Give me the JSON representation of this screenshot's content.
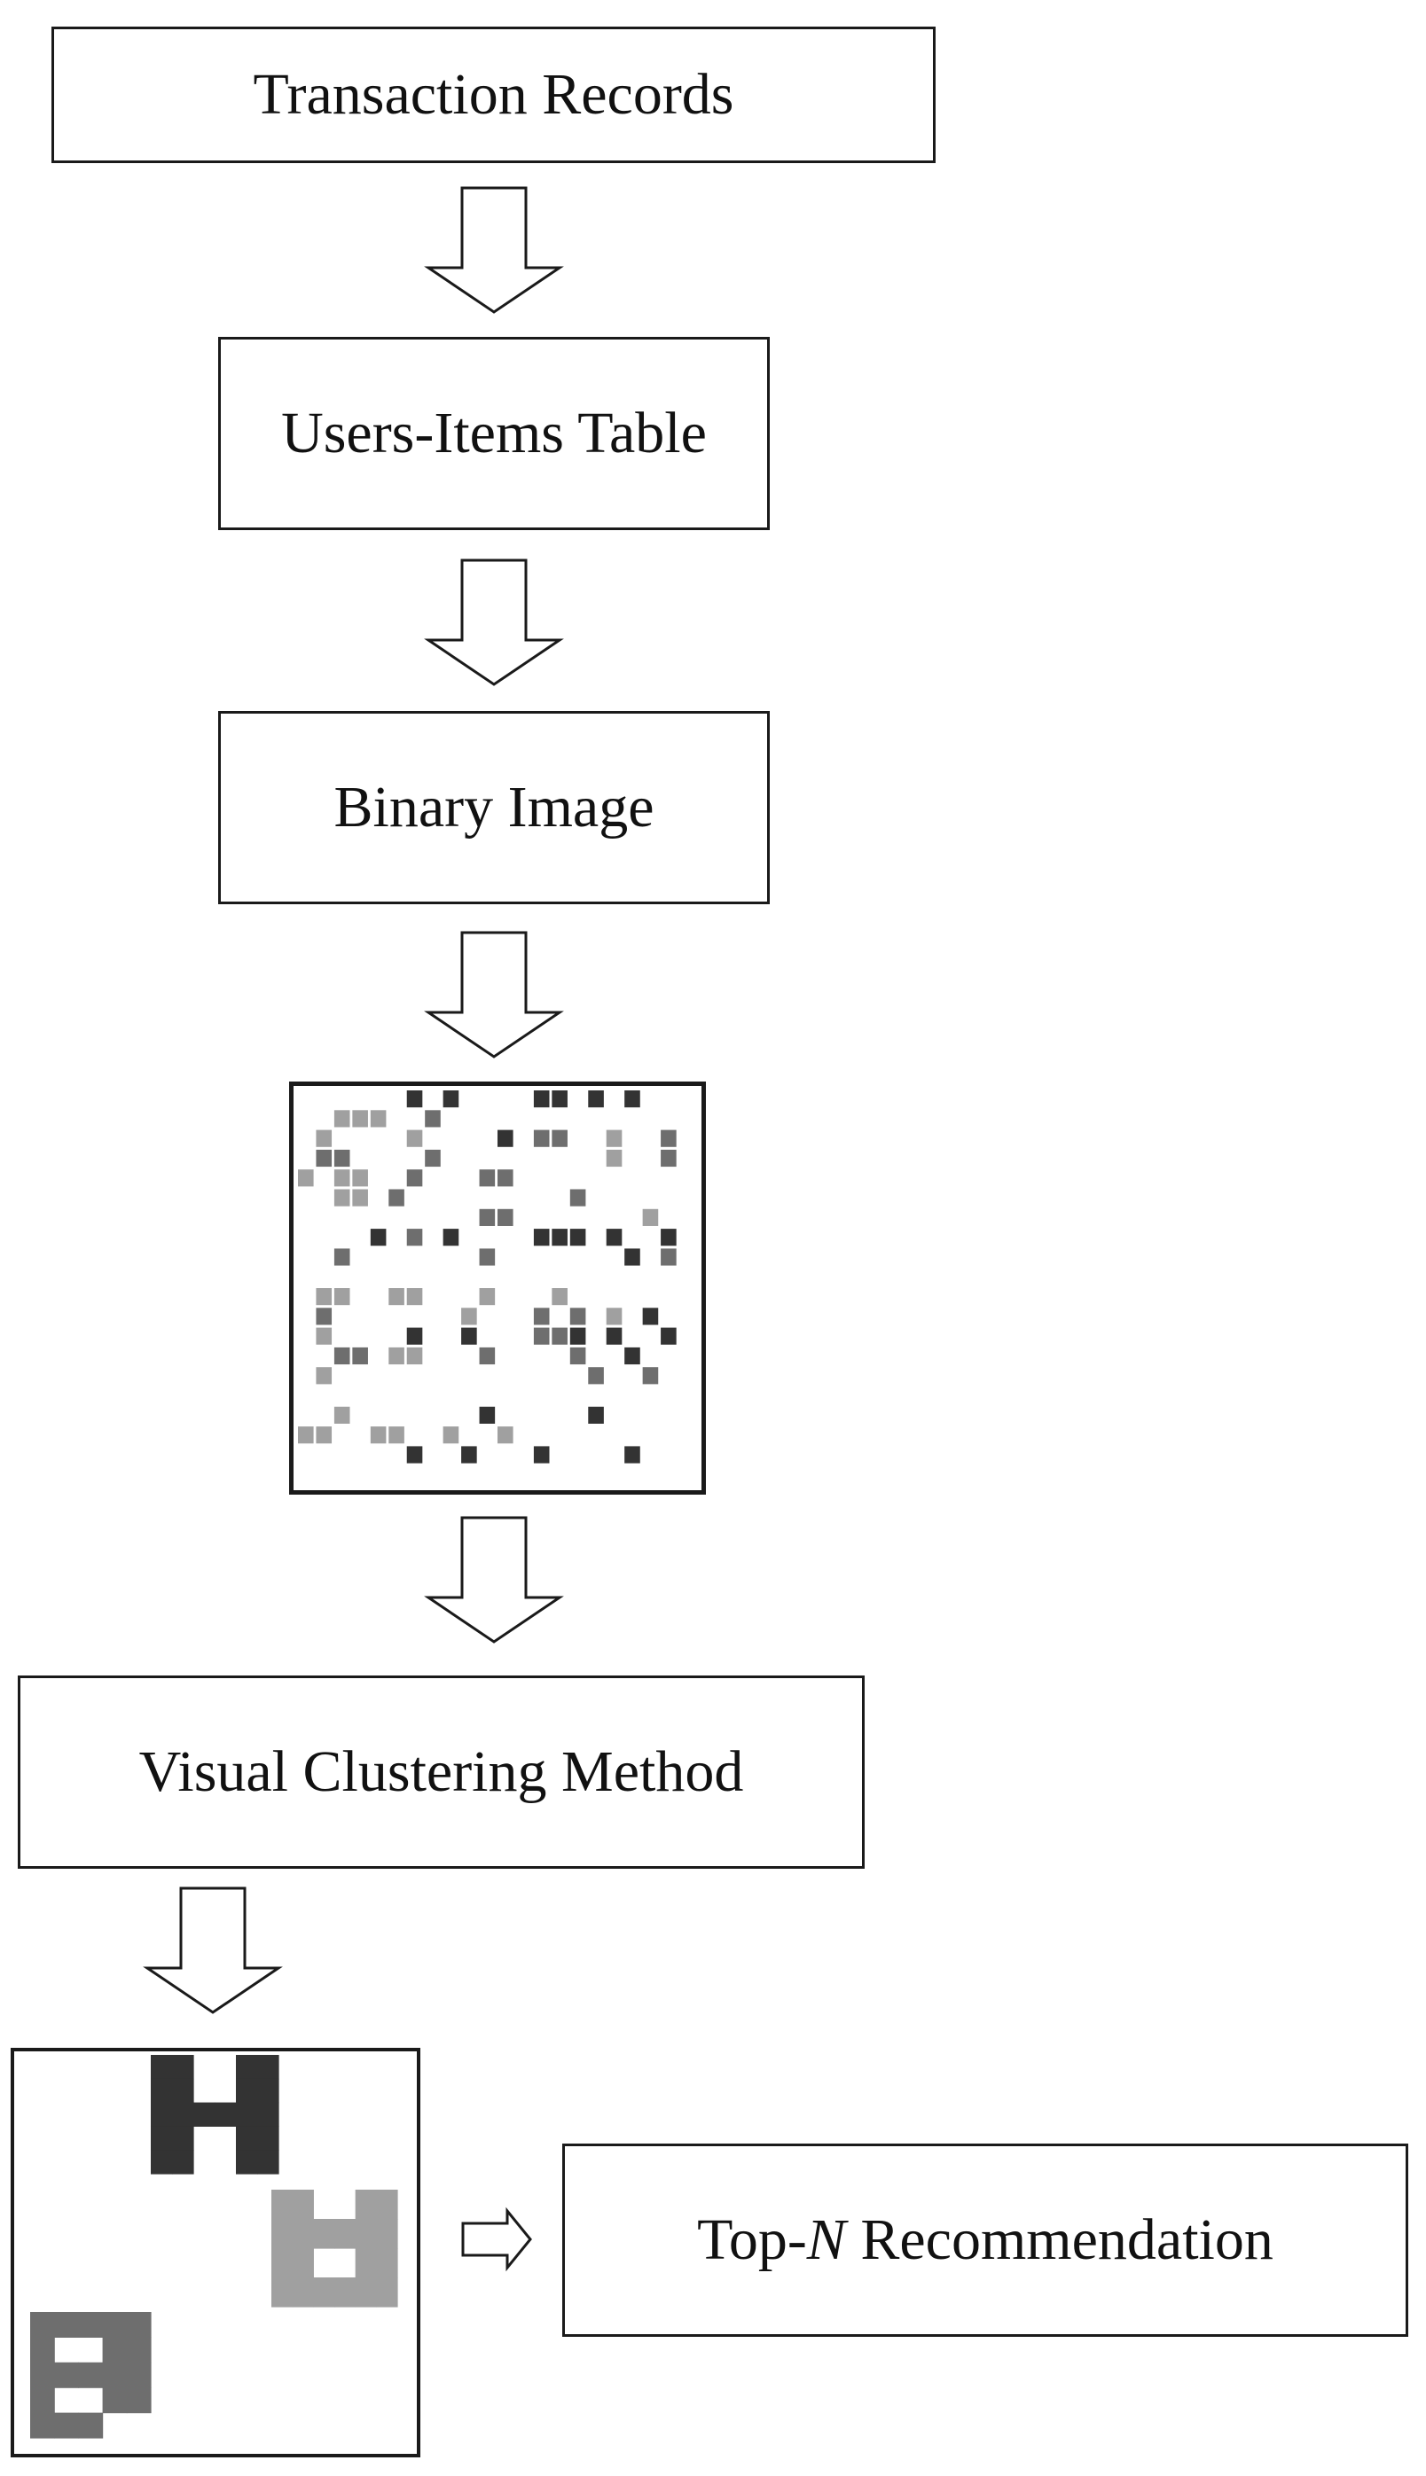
{
  "diagram": {
    "nodes": {
      "transaction_records": {
        "label": "Transaction Records"
      },
      "users_items_table": {
        "label": "Users-Items Table"
      },
      "binary_image": {
        "label": "Binary Image"
      },
      "visual_clustering_method": {
        "label": "Visual Clustering Method"
      },
      "top_n_recommendation": {
        "prefix": "Top-",
        "italic": "N",
        "suffix": " Recommendation"
      }
    },
    "colors": {
      "dark_cluster": "#333333",
      "medium_cluster": "#6e6e6e",
      "light_cluster": "#a0a0a0",
      "border": "#1a1a1a",
      "background": "#ffffff"
    },
    "binary_image_grid": {
      "cols": 22,
      "rows": 20,
      "legend": "0 = white, 1 = dark cell, 2 = medium cell, 3 = light cell",
      "cells": [
        "0000001010000110101000",
        "0033300200000000000000",
        "0300003000010220030020",
        "0220000200000000030020",
        "3033002000220000000000",
        "0033020000000002000000",
        "0000000000220000000300",
        "0000102010000111010010",
        "0020000000200000001020",
        "0000000000000000000000",
        "0330033000300030000000",
        "0200000003000202030100",
        "0300001001000221010010",
        "0022033000200002001000",
        "0300000000000000200200",
        "0000000000000000000000",
        "0030000000100000100000",
        "3300330030030000000000",
        "0000001001000100001000",
        "0000000000000000000000"
      ]
    },
    "clusters": [
      {
        "name": "dark",
        "color": "#333333",
        "cells": [
          "110011",
          "110011",
          "111111",
          "110011",
          "110011"
        ]
      },
      {
        "name": "light",
        "color": "#a0a0a0",
        "cells": [
          "110011",
          "111111",
          "110011",
          "111111"
        ]
      },
      {
        "name": "medium",
        "color": "#6e6e6e",
        "cells": [
          "11111",
          "10011",
          "11111",
          "10011",
          "11100"
        ]
      }
    ]
  }
}
